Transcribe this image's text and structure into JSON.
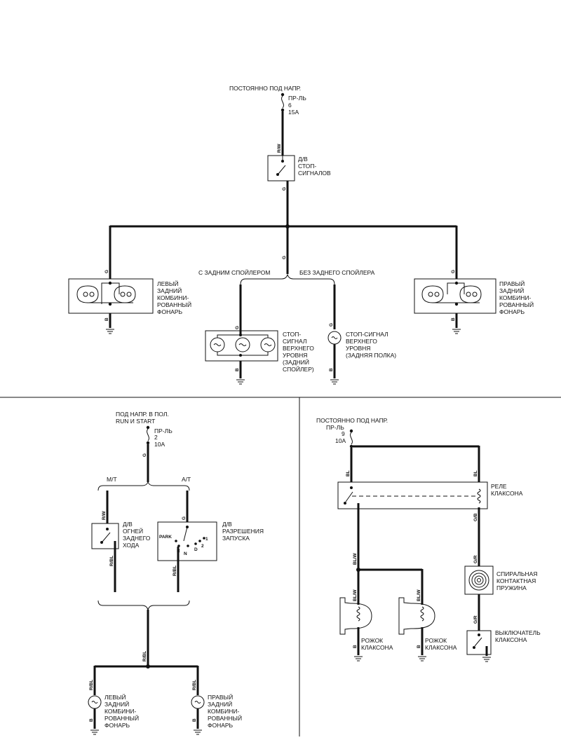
{
  "stop": {
    "source": "ПОСТОЯННО ПОД НАПР.",
    "fuse": [
      "ПР-ЛЬ",
      "6",
      "15A"
    ],
    "wire_rw": "R/W",
    "switch": [
      "Д/В",
      "СТОП-",
      "СИГНАЛОВ"
    ],
    "wire_g": "G",
    "branch_with": "С ЗАДНИМ СПОЙЛЕРОМ",
    "branch_without": "БЕЗ ЗАДНЕГО СПОЙЛЕРА",
    "left_lamp": [
      "ЛЕВЫЙ",
      "ЗАДНИЙ",
      "КОМБИНИ-",
      "РОВАННЫЙ",
      "ФОНАРЬ"
    ],
    "right_lamp": [
      "ПРАВЫЙ",
      "ЗАДНИЙ",
      "КОМБИНИ-",
      "РОВАННЫЙ",
      "ФОНАРЬ"
    ],
    "hm_spoiler": [
      "СТОП-",
      "СИГНАЛ",
      "ВЕРХНЕГО",
      "УРОВНЯ",
      "(ЗАДНИЙ",
      "СПОЙЛЕР)"
    ],
    "hm_shelf": [
      "СТОП-СИГНАЛ",
      "ВЕРХНЕГО",
      "УРОВНЯ",
      "(ЗАДНЯЯ ПОЛКА)"
    ],
    "wire_b": "B"
  },
  "reverse": {
    "source": [
      "ПОД НАПР. В ПОЛ.",
      "RUN И  START"
    ],
    "fuse": [
      "ПР-ЛЬ",
      "2",
      "10A"
    ],
    "wire_g": "G",
    "mt": "M/T",
    "at": "A/T",
    "wire_rw": "R/W",
    "wire_g2": "G",
    "switch_reverse": [
      "Д/В",
      "ОГНЕЙ",
      "ЗАДНЕГО",
      "ХОДА"
    ],
    "switch_start": [
      "Д/В",
      "РАЗРЕШЕНИЯ",
      "ЗАПУСКА"
    ],
    "gear_park": "PARK",
    "gear_r": "R",
    "gear_n": "N",
    "gear_d": "D",
    "gear_2": "2",
    "gear_1": "1",
    "wire_rbl": "R/BL",
    "left_lamp": [
      "ЛЕВЫЙ",
      "ЗАДНИЙ",
      "КОМБИНИ-",
      "РОВАННЫЙ",
      "ФОНАРЬ"
    ],
    "right_lamp": [
      "ПРАВЫЙ",
      "ЗАДНИЙ",
      "КОМБИНИ-",
      "РОВАННЫЙ",
      "ФОНАРЬ"
    ],
    "wire_b": "B"
  },
  "horn": {
    "source": "ПОСТОЯННО ПОД НАПР.",
    "fuse": [
      "ПР-ЛЬ",
      "9",
      "10A"
    ],
    "wire_bl": "BL",
    "relay": [
      "РЕЛЕ",
      "КЛАКСОНА"
    ],
    "wire_gb": "G/B",
    "wire_blw": "BL/W",
    "wire_gr": "G/R",
    "clockspring": [
      "СПИРАЛЬНАЯ",
      "КОНТАКТНАЯ",
      "ПРУЖИНА"
    ],
    "horn_left": [
      "РОЖОК",
      "КЛАКСОНА"
    ],
    "horn_right": [
      "РОЖОК",
      "КЛАКСОНА"
    ],
    "horn_switch": [
      "ВЫКЛЮЧАТЕЛЬ",
      "КЛАКСОНА"
    ],
    "wire_b": "B"
  }
}
